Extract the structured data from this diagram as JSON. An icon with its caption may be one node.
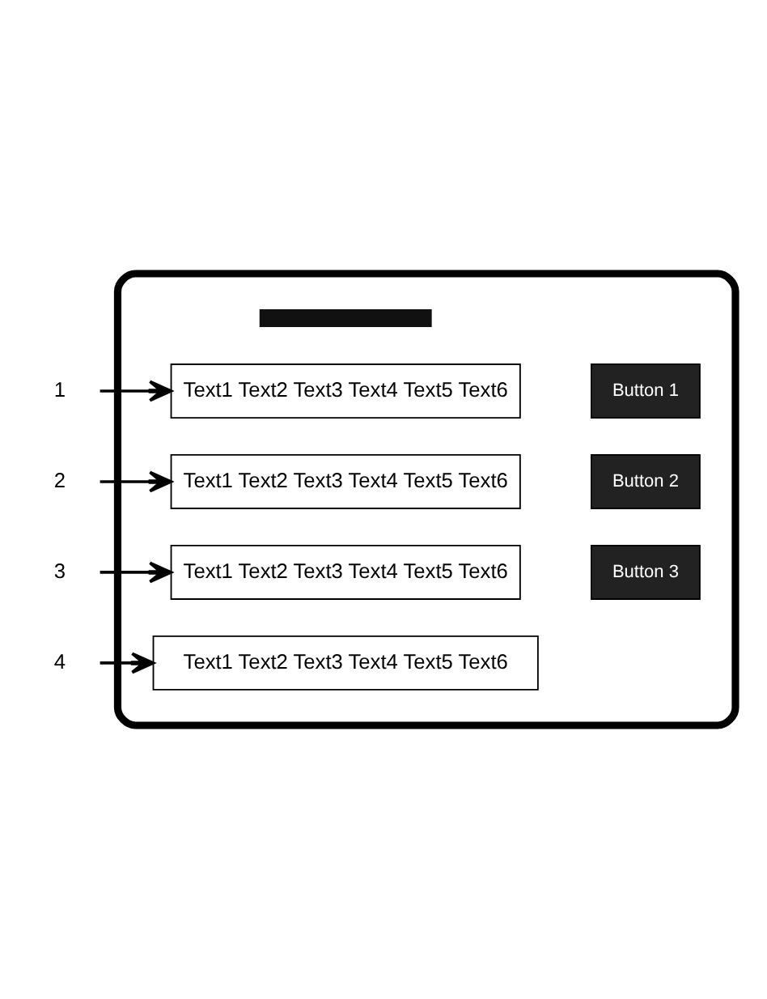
{
  "diagram": {
    "nodes": [
      {
        "text": [],
        "shape": "box"
      },
      {
        "text": [],
        "shape": "bar",
        "in": 0
      },
      {
        "text": [
          "1"
        ]
      },
      {
        "text": [
          "Text1 Text2 Text3 Text4 Text5 Text6"
        ],
        "in": 0
      },
      {
        "text": [
          "Button 1"
        ],
        "in": 0
      },
      {
        "text": [
          "2"
        ]
      },
      {
        "text": [
          "Text1 Text2 Text3 Text4 Text5 Text6"
        ],
        "in": 0
      },
      {
        "text": [
          "Button 2"
        ],
        "in": 0
      },
      {
        "text": [
          "3"
        ]
      },
      {
        "text": [
          "Text1 Text2 Text3 Text4 Text5 Text6"
        ],
        "in": 0
      },
      {
        "text": [
          "Button 3"
        ],
        "in": 0
      },
      {
        "text": [
          "4"
        ]
      },
      {
        "text": [
          "Text1 Text2 Text3 Text4 Text5 Text6"
        ],
        "in": 0
      }
    ],
    "edges": [
      {
        "from": 2,
        "to": 3,
        "arrow": "to"
      },
      {
        "from": 5,
        "to": 6,
        "arrow": "to"
      },
      {
        "from": 8,
        "to": 9,
        "arrow": "to"
      },
      {
        "from": 11,
        "to": 12,
        "arrow": "to"
      }
    ]
  }
}
